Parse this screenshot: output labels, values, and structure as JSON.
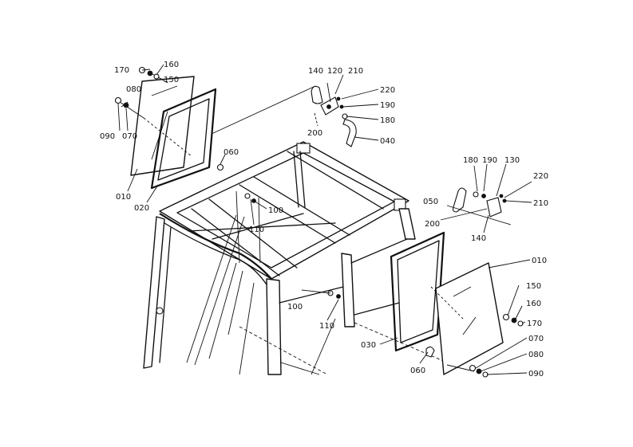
{
  "labels": {
    "l170a": "170",
    "l160a": "160",
    "l150a": "150",
    "l080a": "080",
    "l070a": "070",
    "l090a": "090",
    "l010a": "010",
    "l020a": "020",
    "l060a": "060",
    "l100a": "100",
    "l110a": "110",
    "l140a": "140",
    "l120": "120",
    "l210a": "210",
    "l220a": "220",
    "l190a": "190",
    "l180a": "180",
    "l200a": "200",
    "l040": "040",
    "l180b": "180",
    "l190b": "190",
    "l130": "130",
    "l220b": "220",
    "l050": "050",
    "l210b": "210",
    "l200b": "200",
    "l140b": "140",
    "l010b": "010",
    "l150b": "150",
    "l160b": "160",
    "l170b": "170",
    "l100b": "100",
    "l110b": "110",
    "l070b": "070",
    "l080b": "080",
    "l090b": "090",
    "l030": "030",
    "l060b": "060"
  }
}
